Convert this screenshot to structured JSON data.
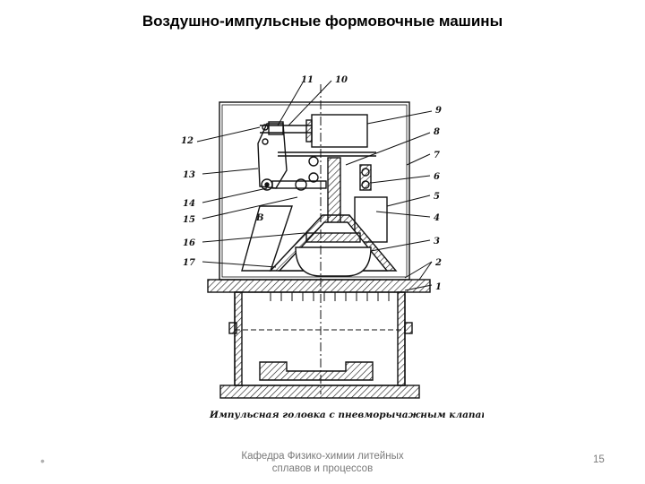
{
  "slide": {
    "title": "Воздушно-импульсные формовочные машины",
    "footer_bullet": "•",
    "footer_line1": "Кафедра Физико-химии литейных",
    "footer_line2": "сплавов и процессов",
    "page_number": "15"
  },
  "figure": {
    "caption": "Импульсная головка с пневморычажным клапаном",
    "callouts": [
      "1",
      "2",
      "3",
      "4",
      "5",
      "6",
      "7",
      "8",
      "9",
      "10",
      "11",
      "12",
      "13",
      "14",
      "15",
      "16",
      "17"
    ],
    "inner_letter": "В"
  }
}
